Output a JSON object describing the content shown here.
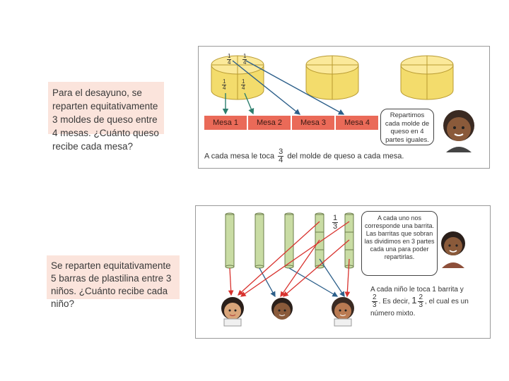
{
  "top": {
    "question": "Para el desayuno, se reparten equitativamente 3 moldes de queso entre 4 mesas. ¿Cuánto queso recibe cada mesa?",
    "cheese_top_fractions": [
      {
        "num": "1",
        "den": "4"
      },
      {
        "num": "1",
        "den": "4"
      }
    ],
    "cheese_side_fractions": [
      {
        "num": "1",
        "den": "4"
      },
      {
        "num": "1",
        "den": "4"
      }
    ],
    "tables": [
      "Mesa 1",
      "Mesa 2",
      "Mesa 3",
      "Mesa 4"
    ],
    "bubble": "Repartimos cada molde de queso en 4 partes iguales.",
    "answer_before": "A cada mesa le toca",
    "answer_num": "3",
    "answer_den": "4",
    "answer_after": "del molde de queso a cada mesa.",
    "colors": {
      "mesa": "#ea6a58",
      "cheese": "#f5e27a",
      "arrow_blue": "#2c5f8a",
      "arrow_teal": "#2d7e6e"
    }
  },
  "bottom": {
    "question": "Se reparten equitativamente 5 barras de plastilina entre 3 niños. ¿Cuánto recibe cada niño?",
    "bar_fraction": {
      "num": "1",
      "den": "3"
    },
    "bubble": "A cada uno nos corresponde una barrita. Las barritas que sobran las dividimos en 3 partes cada una para poder repartirlas.",
    "answer_line1": "A cada niño le toca 1 barrita y",
    "answer_frac": {
      "num": "2",
      "den": "3"
    },
    "answer_mid": ". Es decir,",
    "answer_whole": "1",
    "answer_frac2": {
      "num": "2",
      "den": "3"
    },
    "answer_end": ", el cual es un número mixto.",
    "colors": {
      "bar": "#c9dca4",
      "arrow_red": "#d8322e",
      "arrow_blue": "#2c5f8a"
    }
  }
}
